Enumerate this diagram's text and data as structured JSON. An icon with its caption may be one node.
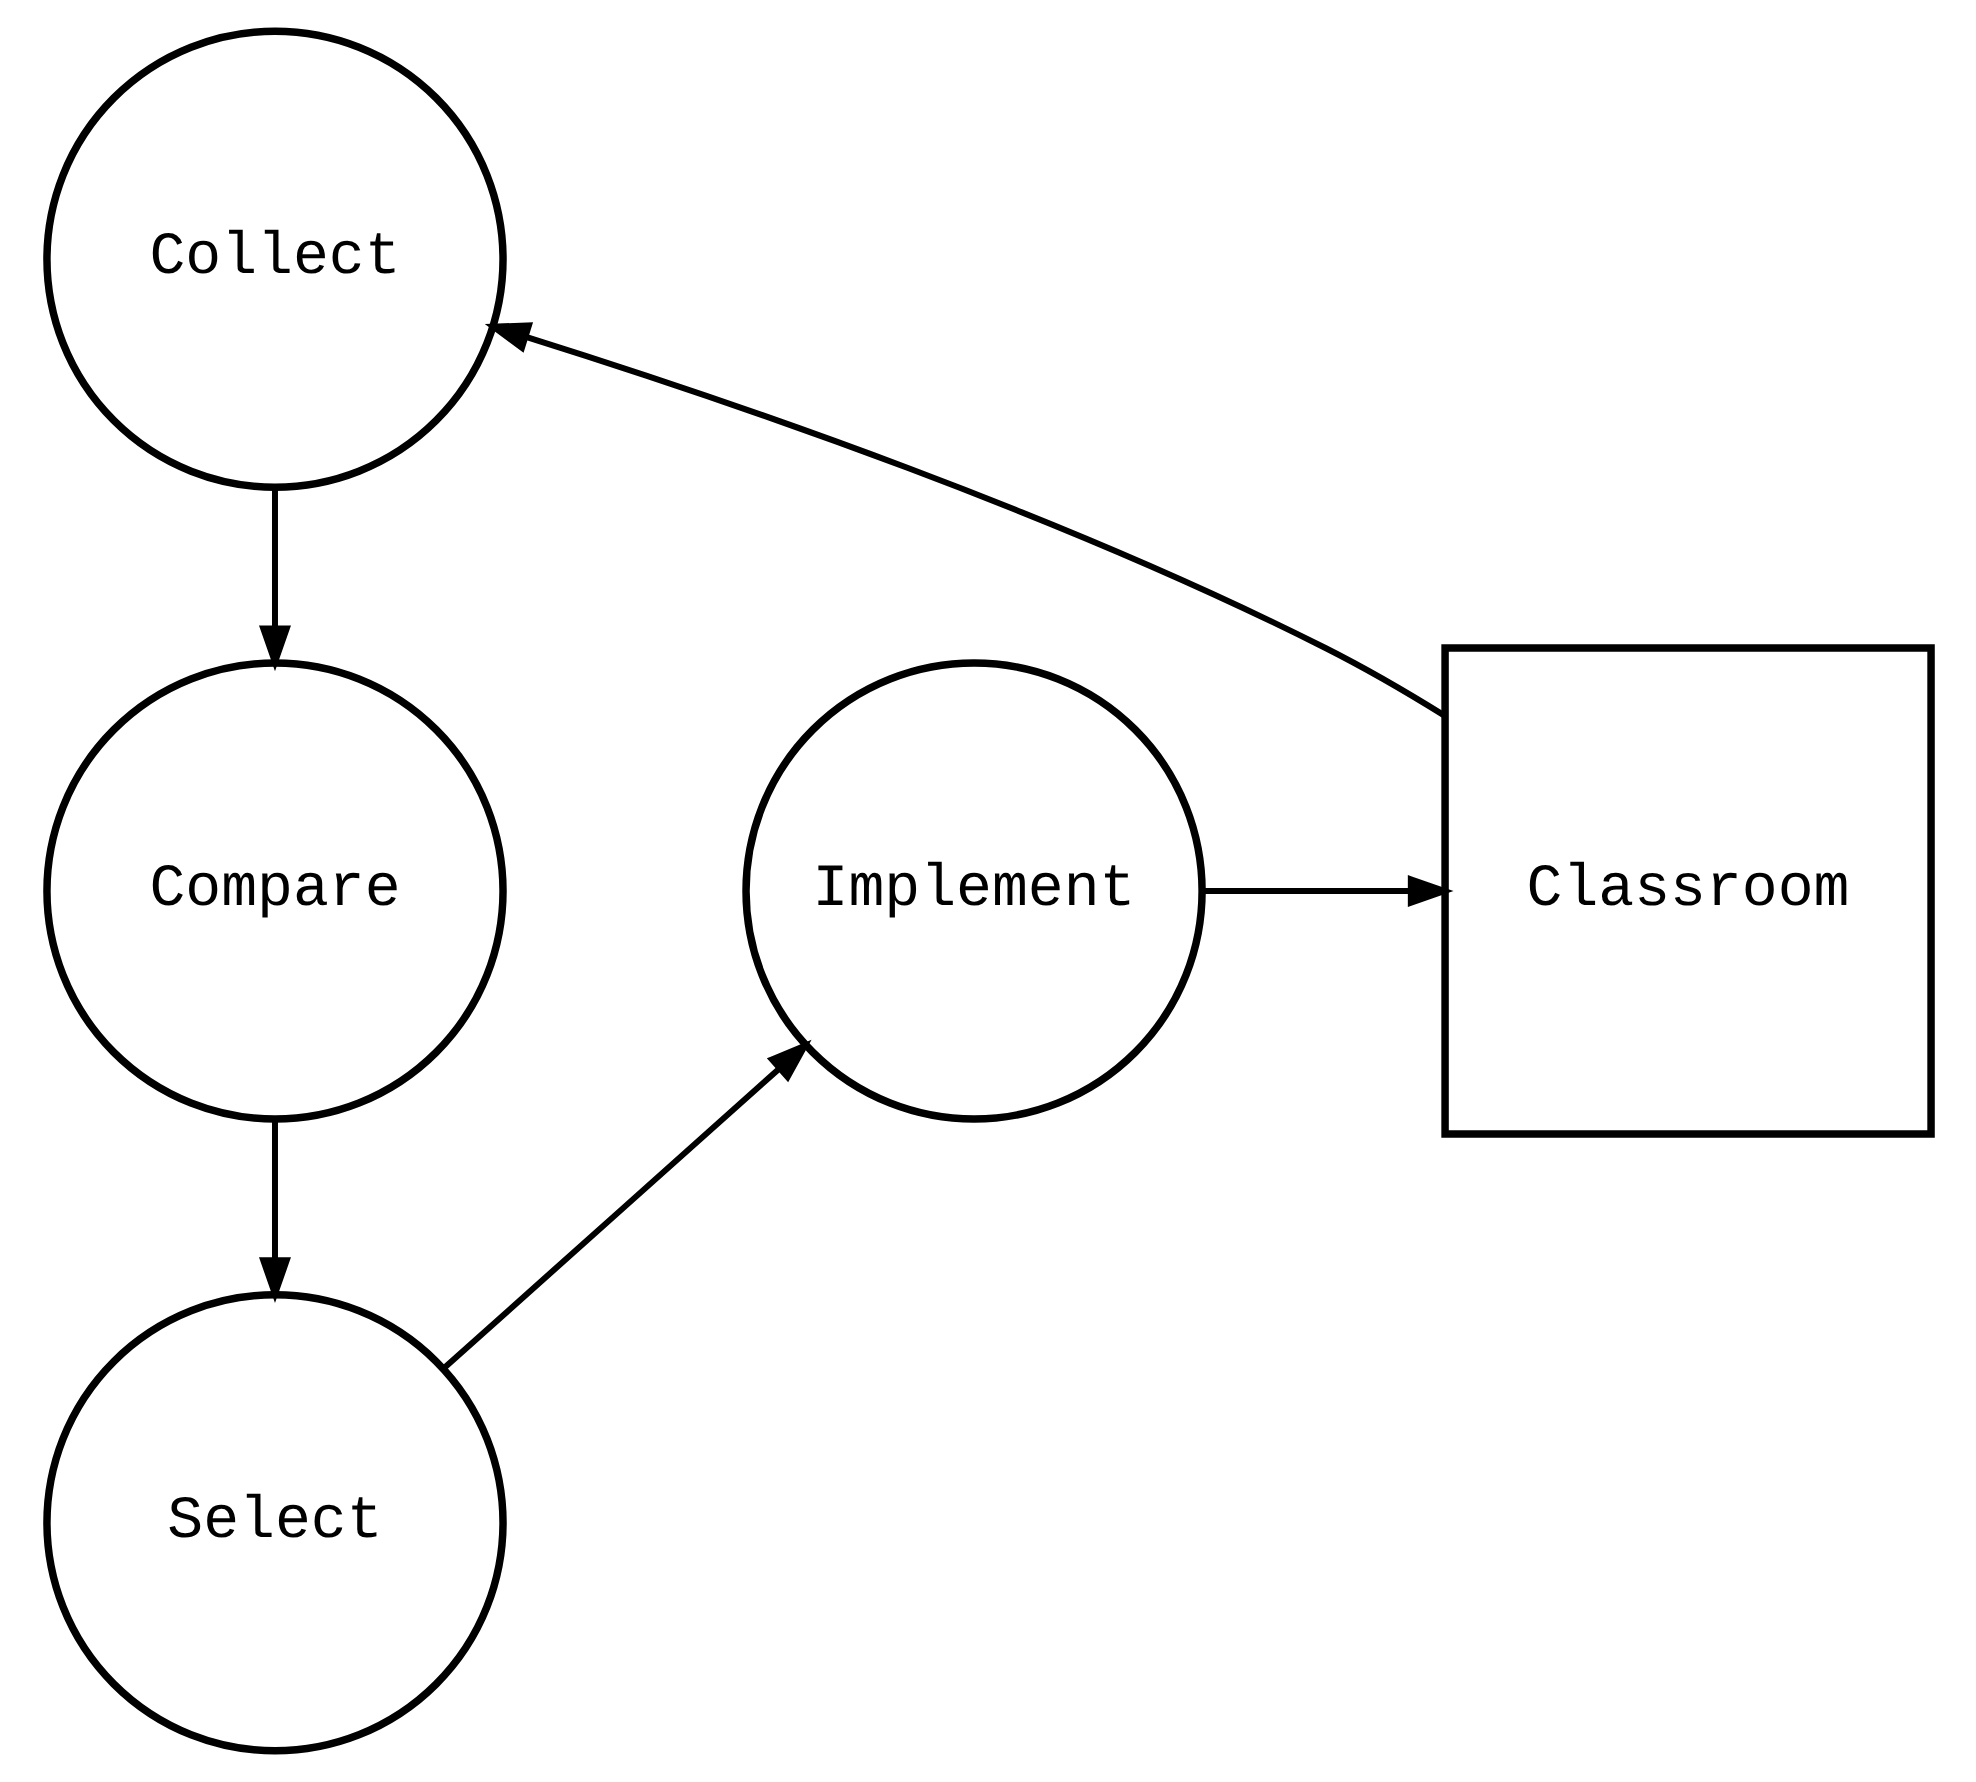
{
  "diagram": {
    "nodes": [
      {
        "text": [
          "Collect"
        ]
      },
      {
        "text": [
          "Compare"
        ]
      },
      {
        "text": [
          "Classroom"
        ]
      },
      {
        "text": [
          "Implement"
        ]
      },
      {
        "text": [
          "Select"
        ]
      }
    ],
    "edges": [
      {
        "from": 0,
        "to": 1,
        "arrow": "to"
      },
      {
        "from": 1,
        "to": 4,
        "arrow": "to"
      },
      {
        "from": 4,
        "to": 3,
        "arrow": "to"
      },
      {
        "from": 3,
        "to": 2,
        "arrow": "to"
      },
      {
        "from": 2,
        "to": 0,
        "arrow": "to"
      }
    ]
  }
}
